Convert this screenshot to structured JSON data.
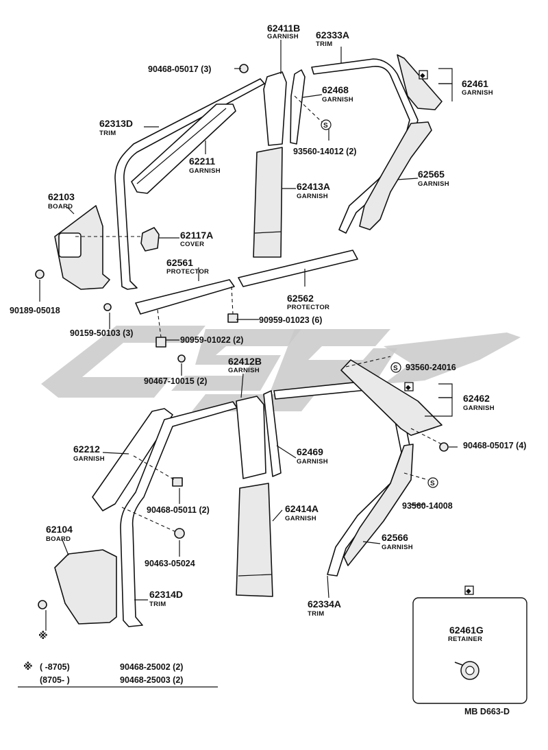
{
  "watermark_logo": "CSG",
  "callouts": [
    {
      "id": "62411B",
      "name": "GARNISH"
    },
    {
      "id": "62333A",
      "name": "TRIM"
    },
    {
      "id": "90468-05017 (3)",
      "name": ""
    },
    {
      "id": "62468",
      "name": "GARNISH"
    },
    {
      "id": "62461",
      "name": "GARNISH"
    },
    {
      "id": "62313D",
      "name": "TRIM"
    },
    {
      "id": "93560-14012 (2)",
      "name": ""
    },
    {
      "id": "62211",
      "name": "GARNISH"
    },
    {
      "id": "62565",
      "name": "GARNISH"
    },
    {
      "id": "62413A",
      "name": "GARNISH"
    },
    {
      "id": "62103",
      "name": "BOARD"
    },
    {
      "id": "62117A",
      "name": "COVER"
    },
    {
      "id": "62561",
      "name": "PROTECTOR"
    },
    {
      "id": "62562",
      "name": "PROTECTOR"
    },
    {
      "id": "90189-05018",
      "name": ""
    },
    {
      "id": "90959-01023 (6)",
      "name": ""
    },
    {
      "id": "90159-50103 (3)",
      "name": ""
    },
    {
      "id": "90959-01022 (2)",
      "name": ""
    },
    {
      "id": "62412B",
      "name": "GARNISH"
    },
    {
      "id": "93560-24016",
      "name": ""
    },
    {
      "id": "90467-10015 (2)",
      "name": ""
    },
    {
      "id": "62462",
      "name": "GARNISH"
    },
    {
      "id": "62212",
      "name": "GARNISH"
    },
    {
      "id": "62469",
      "name": "GARNISH"
    },
    {
      "id": "90468-05017 (4)",
      "name": ""
    },
    {
      "id": "90468-05011 (2)",
      "name": ""
    },
    {
      "id": "62414A",
      "name": "GARNISH"
    },
    {
      "id": "93560-14008",
      "name": ""
    },
    {
      "id": "62104",
      "name": "BOARD"
    },
    {
      "id": "62566",
      "name": "GARNISH"
    },
    {
      "id": "90463-05024",
      "name": ""
    },
    {
      "id": "62314D",
      "name": "TRIM"
    },
    {
      "id": "62334A",
      "name": "TRIM"
    },
    {
      "id": "62461G",
      "name": "RETAINER"
    }
  ],
  "symbols": {
    "screw_mark": "S",
    "diamond_mark": "◆",
    "asterisk_mark": "※"
  },
  "footnote": {
    "row1_range": "(      -8705)",
    "row1_part": "90468-25002 (2)",
    "row2_range": "(8705-          )",
    "row2_part": "90468-25003 (2)"
  },
  "inset": {
    "part": "62461G",
    "name": "RETAINER"
  },
  "diagram_code": "MB D663-D"
}
